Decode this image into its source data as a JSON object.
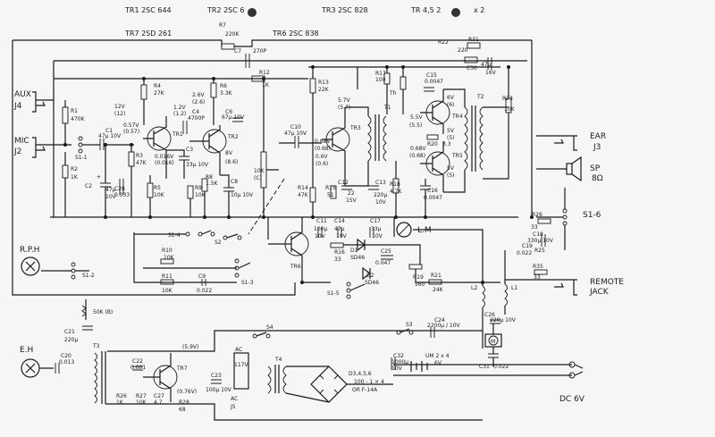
{
  "header": {
    "tr1": "TR1  2SC 644",
    "tr2": "TR2  2SC 6",
    "tr3": "TR3  2SC 828",
    "tr45": "TR 4,5  2",
    "x2": "x 2",
    "tr7": "TR7  2SD 261",
    "tr6": "TR6  2SC 838"
  },
  "connectors": {
    "aux": "AUX",
    "j4": "J4",
    "mic": "MIC",
    "j2": "J2",
    "rph": "R.P.H",
    "eh": "E.H",
    "ear": "EAR",
    "j3": "J3",
    "sp": "SP",
    "sp_imp": "8Ω",
    "remote": "REMOTE",
    "jack": "JACK",
    "dc": "DC 6V",
    "ac": "AC",
    "j5": "J5"
  },
  "switches": {
    "s1_1": "S1-1",
    "s1_2": "S1-2",
    "s1_3": "S1-3",
    "s1_4": "S1-4",
    "s1_5": "S1-5",
    "s1_6": "S1-6",
    "s2": "S2",
    "s3": "S3",
    "s4": "S4"
  },
  "transistors": {
    "tr1": "TR1",
    "tr2": "TR2",
    "tr3": "TR3",
    "tr4": "TR4",
    "tr5": "TR5",
    "tr6": "TR6",
    "tr7": "TR7"
  },
  "components": {
    "r1": "R1",
    "r1v": "470K",
    "r2": "R2",
    "r2v": "1K",
    "c1": "C1",
    "c1v": "47μ 10V",
    "r3": "R3",
    "r3v": "47K",
    "r4": "R4",
    "r4v": "27K",
    "c2": "C2",
    "c2v": "47μ",
    "c2v2": "10V",
    "c28": "C28",
    "c28v": "0.033",
    "r5": "R5",
    "r5v": "10K",
    "c3": "C3",
    "c3v": "33μ 10V",
    "r6": "R6",
    "r6v": "3.3K",
    "c4": "C4",
    "c4v": "4700P",
    "c6": "C6",
    "c6v": "67μ 10V",
    "r8": "R8",
    "r8v": "1.5K",
    "r9": "R9",
    "r9v": "10K",
    "c8": "C8",
    "c8v": "10μ 10V",
    "r11": "R11",
    "r11v": "10K",
    "c7": "C7",
    "c7v": "270P",
    "r7": "R7",
    "r7v": "220K",
    "r12": "R12",
    "r12v": "1K",
    "c10": "C10",
    "c10v": "47μ 10V",
    "vr10k": "10K",
    "vr_c": "(C)",
    "r13": "R13",
    "r13v": "22K",
    "r14": "R14",
    "r14v": "47K",
    "r15": "R15",
    "r15v": "51",
    "c12": "C12",
    "c12v": "22",
    "c12v2": "15V",
    "r17": "R17",
    "r17v": "100",
    "th": "Th",
    "c15": "C15",
    "c15v": "0.0047",
    "c13": "C13",
    "c13v": "220μ",
    "c13v2": "10V",
    "r18": "R18",
    "r18v": "4.7K",
    "c16": "C16",
    "c16v": "0.0047",
    "r20": "R20",
    "r20v": "3.3",
    "r22": "R22",
    "r22v": "220",
    "r31": "R31",
    "c30": "C30",
    "c30v": "47μ",
    "c30v2": "16V",
    "r23": "R23",
    "r23v": "10K",
    "t1": "T1",
    "t2": "T2",
    "t3": "T3",
    "t4": "T4",
    "r10": "R10",
    "r10v": "10K",
    "c9": "C9",
    "c9v": "0.022",
    "c11": "C11",
    "c11v": "100μ",
    "c11v2": "10V",
    "c14": "C14",
    "c14v": "47μ",
    "c14v2": "10V",
    "r16": "R16",
    "r16v": "33",
    "c17": "C17",
    "c17v": "33μ",
    "c17v2": "10V",
    "d1": "D1",
    "d1v": "SD46",
    "d2": "D2",
    "d2v": "SD46",
    "c25": "C25",
    "c25v": "0.047",
    "r19": "R19",
    "r19v": "560",
    "lm": "L.M",
    "r21": "R21",
    "r21v": "24K",
    "l2": "L2",
    "l1": "L1",
    "r26": "R26",
    "r26v": "33",
    "c18": "C18",
    "c18v": "330μ 10V",
    "r25": "R25",
    "c19": "C19",
    "c19v": "0.022",
    "r35": "R35",
    "r35v": "33",
    "c26": "C26",
    "c26v": "220μ 10V",
    "c31": "C31",
    "c31v": "0.022",
    "m": "M",
    "vr50k": "50K (B)",
    "c21": "C21",
    "c21v": "220μ",
    "c20": "C20",
    "c20v": "0.013",
    "c22": "C22",
    "c22v": "0.001",
    "c23": "C23",
    "c23v": "100μ 10V",
    "c24": "C24",
    "c24v": "2200μ / 10V",
    "r26b": "R26",
    "r26bv": "1K",
    "r27": "R27",
    "r27v": "10K",
    "r28": "R28",
    "r28v": "68",
    "c27": "C27",
    "c27v": "4.7",
    "c32": "C32",
    "c32v": "1000μ",
    "c32v2": "10V",
    "d345": "D3,4,5,6",
    "d345v": "100 - 1 × 4",
    "d345v2": "OR F-14A",
    "um": "UM 2 x 4",
    "um_v": "6V",
    "acv": "117V"
  },
  "voltages": {
    "v12": "12V",
    "v12b": "(12)",
    "v26": "2.6V",
    "v26b": "(2.6)",
    "v8": "8V",
    "v8b": "(8.6)",
    "v068": "0.68V",
    "v068b": "(0.68)",
    "v0016": "0.016V",
    "v0016b": "(0.016)",
    "v057": "0.57V",
    "v057b": "(0.57)",
    "v129": "1.2V",
    "v129b": "(1.2)",
    "v5": "5V",
    "v5b": "(5)",
    "v068c": "0.68V",
    "v068cb": "(0.68)",
    "v55": "5.5V",
    "v55b": "(5.5)",
    "v57": "5.7V",
    "v57b": "(5.7)",
    "v06": "0.6V",
    "v06b": "(0.6)",
    "v5v": "5V",
    "v5vb": "(5)",
    "v6v": "6V",
    "v6vb": "(6)",
    "v59": "(5.9V)",
    "v076": "(0.76V)"
  }
}
